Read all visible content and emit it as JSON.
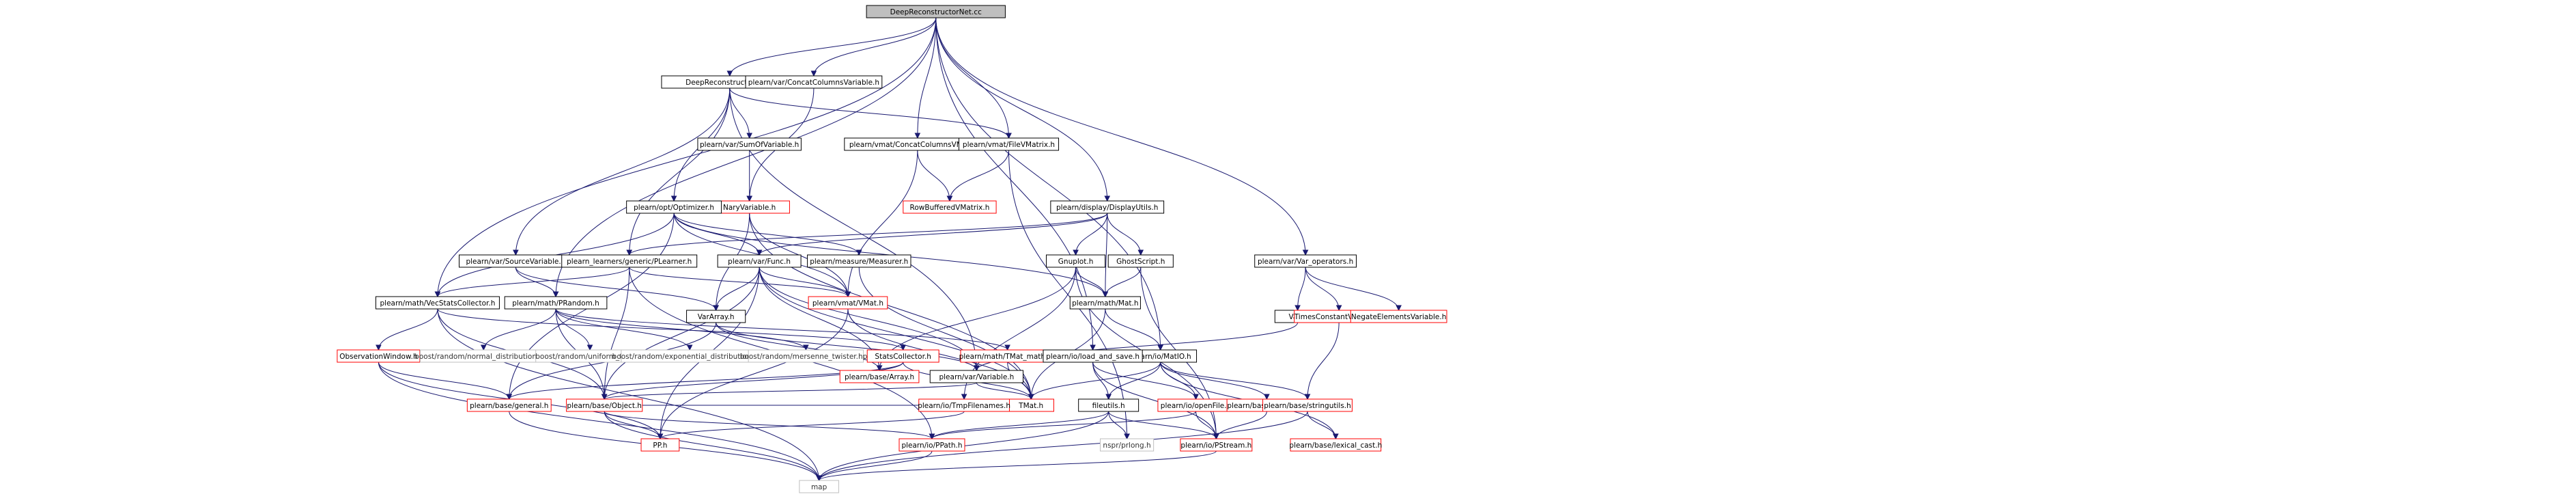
{
  "diagram": {
    "nodes": [
      {
        "id": "root",
        "label": "DeepReconstructorNet.cc",
        "style": "root"
      },
      {
        "id": "drn_h",
        "label": "DeepReconstructorNet.h",
        "style": "normal"
      },
      {
        "id": "concatcolvar",
        "label": "plearn/var/ConcatColumnsVariable.h",
        "style": "normal"
      },
      {
        "id": "concatcolvmat",
        "label": "plearn/vmat/ConcatColumnsVMatrix.h",
        "style": "normal"
      },
      {
        "id": "filevmat",
        "label": "plearn/vmat/FileVMatrix.h",
        "style": "normal"
      },
      {
        "id": "sumofvar",
        "label": "plearn/var/SumOfVariable.h",
        "style": "normal"
      },
      {
        "id": "naryvar",
        "label": "NaryVariable.h",
        "style": "red"
      },
      {
        "id": "rowbuf",
        "label": "RowBufferedVMatrix.h",
        "style": "red"
      },
      {
        "id": "optimizer",
        "label": "plearn/opt/Optimizer.h",
        "style": "normal"
      },
      {
        "id": "displayutils",
        "label": "plearn/display/DisplayUtils.h",
        "style": "normal"
      },
      {
        "id": "sourcevar",
        "label": "plearn/var/SourceVariable.h",
        "style": "normal"
      },
      {
        "id": "plearner",
        "label": "plearn_learners/generic/PLearner.h",
        "style": "normal"
      },
      {
        "id": "func",
        "label": "plearn/var/Func.h",
        "style": "normal"
      },
      {
        "id": "measurer",
        "label": "plearn/measure/Measurer.h",
        "style": "normal"
      },
      {
        "id": "gnuplot",
        "label": "Gnuplot.h",
        "style": "normal"
      },
      {
        "id": "ghostscript",
        "label": "GhostScript.h",
        "style": "normal"
      },
      {
        "id": "varops",
        "label": "plearn/var/Var_operators.h",
        "style": "normal"
      },
      {
        "id": "vecstats",
        "label": "plearn/math/VecStatsCollector.h",
        "style": "normal"
      },
      {
        "id": "prandom",
        "label": "plearn/math/PRandom.h",
        "style": "normal"
      },
      {
        "id": "vmat",
        "label": "plearn/vmat/VMat.h",
        "style": "red"
      },
      {
        "id": "varray",
        "label": "VarArray.h",
        "style": "normal"
      },
      {
        "id": "pmat",
        "label": "plearn/math/Mat.h",
        "style": "normal"
      },
      {
        "id": "var_h",
        "label": "Var.h",
        "style": "normal"
      },
      {
        "id": "timesconst",
        "label": "TimesConstantVariable.h",
        "style": "red"
      },
      {
        "id": "negateel",
        "label": "NegateElementsVariable.h",
        "style": "red"
      },
      {
        "id": "obswindow",
        "label": "ObservationWindow.h",
        "style": "red"
      },
      {
        "id": "b_normal",
        "label": "boost/random/normal_distribution.hpp",
        "style": "gray"
      },
      {
        "id": "b_uniform",
        "label": "boost/random/uniform_01.hpp",
        "style": "gray"
      },
      {
        "id": "b_expo",
        "label": "boost/random/exponential_distribution.hpp",
        "style": "gray"
      },
      {
        "id": "b_mersenne",
        "label": "boost/random/mersenne_twister.hpp",
        "style": "gray"
      },
      {
        "id": "statscoll",
        "label": "StatsCollector.h",
        "style": "red"
      },
      {
        "id": "tmat_maths",
        "label": "plearn/math/TMat_maths.h",
        "style": "red"
      },
      {
        "id": "array",
        "label": "plearn/base/Array.h",
        "style": "red"
      },
      {
        "id": "variable",
        "label": "plearn/var/Variable.h",
        "style": "normal"
      },
      {
        "id": "matio",
        "label": "plearn/io/MatIO.h",
        "style": "normal"
      },
      {
        "id": "loadsave",
        "label": "plearn/io/load_and_save.h",
        "style": "normal"
      },
      {
        "id": "general",
        "label": "plearn/base/general.h",
        "style": "red"
      },
      {
        "id": "object",
        "label": "plearn/base/Object.h",
        "style": "red"
      },
      {
        "id": "tmat",
        "label": "TMat.h",
        "style": "red"
      },
      {
        "id": "tmpfiles",
        "label": "plearn/io/TmpFilenames.h",
        "style": "red"
      },
      {
        "id": "fileutils",
        "label": "fileutils.h",
        "style": "normal"
      },
      {
        "id": "openfile",
        "label": "plearn/io/openFile.h",
        "style": "red"
      },
      {
        "id": "tostring",
        "label": "plearn/base/tostring.h",
        "style": "red"
      },
      {
        "id": "stringutils",
        "label": "plearn/base/stringutils.h",
        "style": "red"
      },
      {
        "id": "pp",
        "label": "PP.h",
        "style": "red"
      },
      {
        "id": "ppath",
        "label": "plearn/io/PPath.h",
        "style": "red"
      },
      {
        "id": "nspr",
        "label": "nspr/prlong.h",
        "style": "gray"
      },
      {
        "id": "pstream",
        "label": "plearn/io/PStream.h",
        "style": "red"
      },
      {
        "id": "lexcast",
        "label": "plearn/base/lexical_cast.h",
        "style": "red"
      },
      {
        "id": "map",
        "label": "map",
        "style": "gray"
      }
    ],
    "edges": [
      [
        "root",
        "drn_h"
      ],
      [
        "root",
        "concatcolvar"
      ],
      [
        "root",
        "concatcolvmat"
      ],
      [
        "root",
        "filevmat"
      ],
      [
        "root",
        "displayutils"
      ],
      [
        "root",
        "varops"
      ],
      [
        "root",
        "loadsave"
      ],
      [
        "root",
        "matio"
      ],
      [
        "root",
        "prandom"
      ],
      [
        "root",
        "vecstats"
      ],
      [
        "drn_h",
        "sumofvar"
      ],
      [
        "drn_h",
        "optimizer"
      ],
      [
        "drn_h",
        "sourcevar"
      ],
      [
        "drn_h",
        "plearner"
      ],
      [
        "drn_h",
        "variable"
      ],
      [
        "drn_h",
        "filevmat"
      ],
      [
        "concatcolvar",
        "naryvar"
      ],
      [
        "concatcolvmat",
        "rowbuf"
      ],
      [
        "concatcolvmat",
        "vmat"
      ],
      [
        "filevmat",
        "rowbuf"
      ],
      [
        "filevmat",
        "nspr"
      ],
      [
        "sumofvar",
        "naryvar"
      ],
      [
        "naryvar",
        "varray"
      ],
      [
        "naryvar",
        "vmat"
      ],
      [
        "naryvar",
        "tmat"
      ],
      [
        "optimizer",
        "vecstats"
      ],
      [
        "optimizer",
        "func"
      ],
      [
        "optimizer",
        "measurer"
      ],
      [
        "optimizer",
        "vmat"
      ],
      [
        "optimizer",
        "pmat"
      ],
      [
        "optimizer",
        "general"
      ],
      [
        "displayutils",
        "plearner"
      ],
      [
        "displayutils",
        "func"
      ],
      [
        "displayutils",
        "gnuplot"
      ],
      [
        "displayutils",
        "ghostscript"
      ],
      [
        "displayutils",
        "pmat"
      ],
      [
        "sourcevar",
        "varray"
      ],
      [
        "sourcevar",
        "prandom"
      ],
      [
        "plearner",
        "vecstats"
      ],
      [
        "plearner",
        "vmat"
      ],
      [
        "plearner",
        "object"
      ],
      [
        "plearner",
        "ppath"
      ],
      [
        "func",
        "varray"
      ],
      [
        "func",
        "vmat"
      ],
      [
        "func",
        "object"
      ],
      [
        "func",
        "variable"
      ],
      [
        "func",
        "pp"
      ],
      [
        "func",
        "tmat"
      ],
      [
        "func",
        "array"
      ],
      [
        "measurer",
        "tmat"
      ],
      [
        "gnuplot",
        "pmat"
      ],
      [
        "gnuplot",
        "array"
      ],
      [
        "gnuplot",
        "tmpfiles"
      ],
      [
        "gnuplot",
        "pstream"
      ],
      [
        "ghostscript",
        "pmat"
      ],
      [
        "ghostscript",
        "pstream"
      ],
      [
        "varops",
        "var_h"
      ],
      [
        "varops",
        "timesconst"
      ],
      [
        "varops",
        "negateel"
      ],
      [
        "vecstats",
        "obswindow"
      ],
      [
        "vecstats",
        "statscoll"
      ],
      [
        "vecstats",
        "object"
      ],
      [
        "vecstats",
        "map"
      ],
      [
        "prandom",
        "b_normal"
      ],
      [
        "prandom",
        "b_uniform"
      ],
      [
        "prandom",
        "b_expo"
      ],
      [
        "prandom",
        "b_mersenne"
      ],
      [
        "prandom",
        "tmat_maths"
      ],
      [
        "prandom",
        "object"
      ],
      [
        "vmat",
        "tmat"
      ],
      [
        "vmat",
        "pp"
      ],
      [
        "varray",
        "variable"
      ],
      [
        "varray",
        "array"
      ],
      [
        "varray",
        "general"
      ],
      [
        "pmat",
        "matio"
      ],
      [
        "pmat",
        "tmat"
      ],
      [
        "var_h",
        "variable"
      ],
      [
        "timesconst",
        "stringutils"
      ],
      [
        "obswindow",
        "general"
      ],
      [
        "obswindow",
        "pp"
      ],
      [
        "obswindow",
        "map"
      ],
      [
        "statscoll",
        "general"
      ],
      [
        "statscoll",
        "object"
      ],
      [
        "statscoll",
        "tmat"
      ],
      [
        "tmat_maths",
        "tmat"
      ],
      [
        "variable",
        "object"
      ],
      [
        "variable",
        "tmat"
      ],
      [
        "matio",
        "tmat"
      ],
      [
        "matio",
        "fileutils"
      ],
      [
        "matio",
        "openfile"
      ],
      [
        "matio",
        "tostring"
      ],
      [
        "matio",
        "stringutils"
      ],
      [
        "matio",
        "lexcast"
      ],
      [
        "loadsave",
        "fileutils"
      ],
      [
        "loadsave",
        "openfile"
      ],
      [
        "loadsave",
        "pstream"
      ],
      [
        "general",
        "map"
      ],
      [
        "object",
        "pp"
      ],
      [
        "object",
        "ppath"
      ],
      [
        "object",
        "map"
      ],
      [
        "object",
        "tmat"
      ],
      [
        "tmpfiles",
        "pp"
      ],
      [
        "fileutils",
        "ppath"
      ],
      [
        "fileutils",
        "nspr"
      ],
      [
        "fileutils",
        "pstream"
      ],
      [
        "fileutils",
        "map"
      ],
      [
        "openfile",
        "ppath"
      ],
      [
        "openfile",
        "pstream"
      ],
      [
        "tostring",
        "pstream"
      ],
      [
        "stringutils",
        "lexcast"
      ],
      [
        "stringutils",
        "map"
      ],
      [
        "ppath",
        "map"
      ],
      [
        "pstream",
        "map"
      ]
    ]
  },
  "colors": {
    "edge": "#191970",
    "root_fill": "#bfbfbf",
    "box_border": "#000000",
    "red_border": "#ff0000",
    "gray_border": "#bfbfbf",
    "background": "#ffffff"
  }
}
